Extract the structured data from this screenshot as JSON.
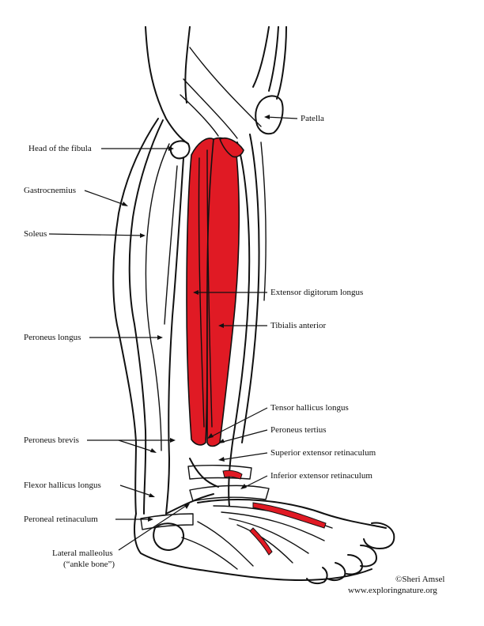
{
  "colors": {
    "muscle_highlight": "#e01a24",
    "line": "#111111",
    "background": "#ffffff"
  },
  "labels": {
    "patella": "Patella",
    "head_of_fibula": "Head of the fibula",
    "gastrocnemius": "Gastrocnemius",
    "soleus": "Soleus",
    "extensor_digitorum_longus": "Extensor digitorum longus",
    "tibialis_anterior": "Tibialis anterior",
    "peroneus_longus": "Peroneus longus",
    "tensor_hallicus_longus": "Tensor hallicus longus",
    "peroneus_tertius": "Peroneus tertius",
    "peroneus_brevis": "Peroneus brevis",
    "superior_extensor_retinaculum": "Superior extensor retinaculum",
    "inferior_extensor_retinaculum": "Inferior extensor retinaculum",
    "flexor_hallicus_longus": "Flexor hallicus longus",
    "peroneal_retinaculum": "Peroneal retinaculum",
    "lateral_malleolus_line1": "Lateral malleolus",
    "lateral_malleolus_line2": "(“ankle bone”)"
  },
  "credits": {
    "copyright": "©Sheri Amsel",
    "website": "www.exploringnature.org"
  }
}
